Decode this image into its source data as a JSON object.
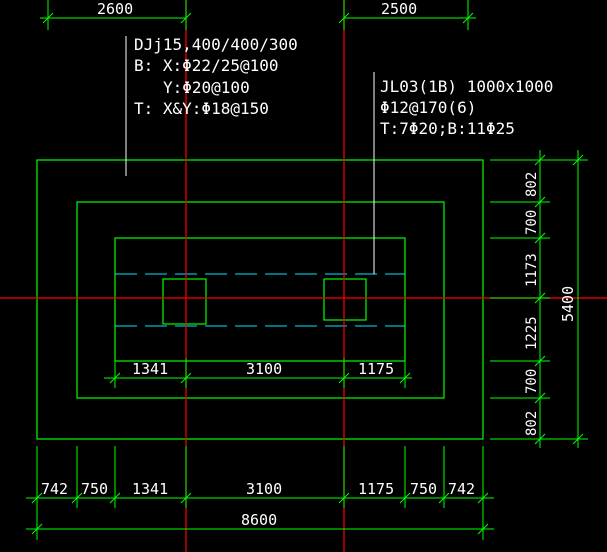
{
  "colors": {
    "background": "#000000",
    "outline": "#00ff00",
    "axis": "#ff0000",
    "rebar": "#00e5ff",
    "text": "#ffffff"
  },
  "top_dims": {
    "left": "2600",
    "right": "2500"
  },
  "footing_label": {
    "line1": "DJj15,400/400/300",
    "line2": "B: X:Φ22/25@100",
    "line3": "Y:Φ20@100",
    "line4": "T: X&Y:Φ18@150"
  },
  "beam_label": {
    "line1": "JL03(1B) 1000x1000",
    "line2": "Φ12@170(6)",
    "line3": "T:7Φ20;B:11Φ25"
  },
  "inner_dims": [
    "1341",
    "3100",
    "1175"
  ],
  "bottom_dims": [
    "742",
    "750",
    "1341",
    "3100",
    "1175",
    "750",
    "742"
  ],
  "bottom_total": "8600",
  "right_dims": [
    "802",
    "700",
    "1173",
    "1225",
    "700",
    "802"
  ],
  "right_total": "5400"
}
